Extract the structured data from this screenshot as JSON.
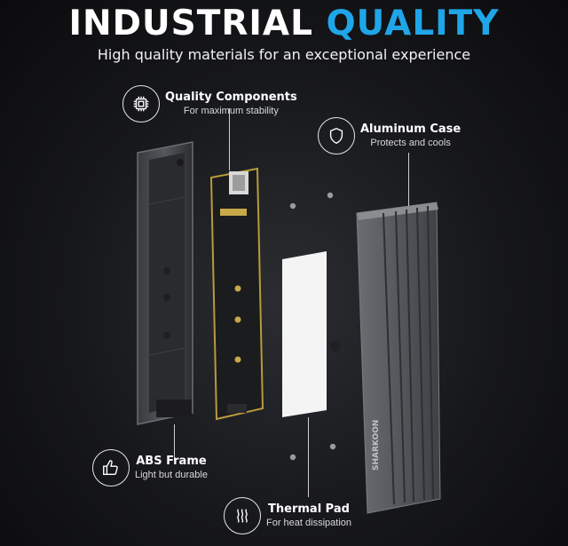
{
  "header": {
    "title_main": "INDUSTRIAL ",
    "title_accent": "QUALITY",
    "subtitle": "High quality materials for an exceptional experience"
  },
  "callouts": {
    "quality_components": {
      "title": "Quality Components",
      "subtitle": "For maximum stability",
      "icon": "chip-icon"
    },
    "aluminum_case": {
      "title": "Aluminum Case",
      "subtitle": "Protects and cools",
      "icon": "shield-icon"
    },
    "abs_frame": {
      "title": "ABS Frame",
      "subtitle": "Light but durable",
      "icon": "thumbs-up-icon"
    },
    "thermal_pad": {
      "title": "Thermal Pad",
      "subtitle": "For heat dissipation",
      "icon": "heat-waves-icon"
    }
  },
  "product": {
    "brand_mark": "SHARKOON"
  },
  "colors": {
    "accent": "#1fa6e8",
    "background": "#16171a",
    "pcb_gold": "#b89a3c",
    "case": "#5a5c61"
  }
}
